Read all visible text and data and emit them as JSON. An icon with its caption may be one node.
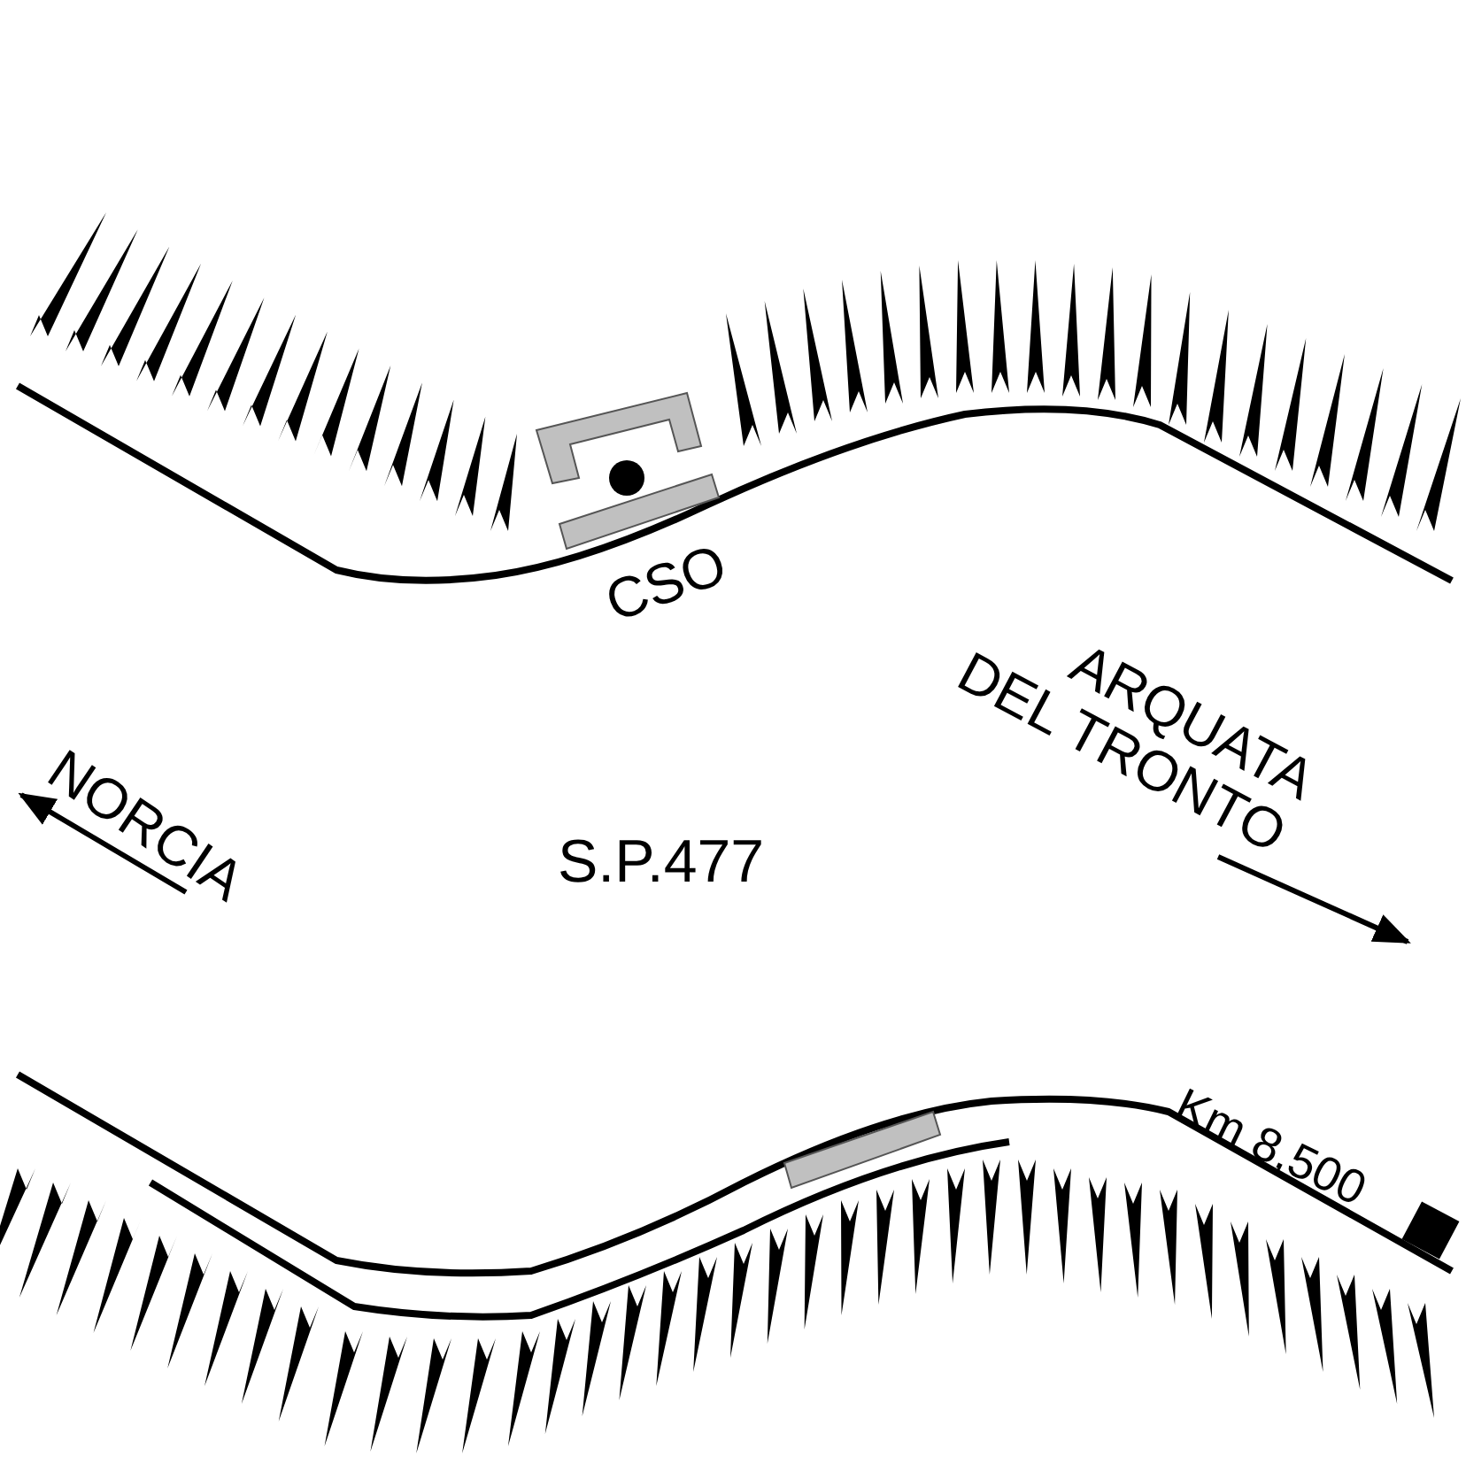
{
  "diagram": {
    "labels": [
      "CSO",
      "NORCIA",
      "ARQUATA DEL TRONTO",
      "S.P.477",
      "Km 8,500"
    ]
  }
}
